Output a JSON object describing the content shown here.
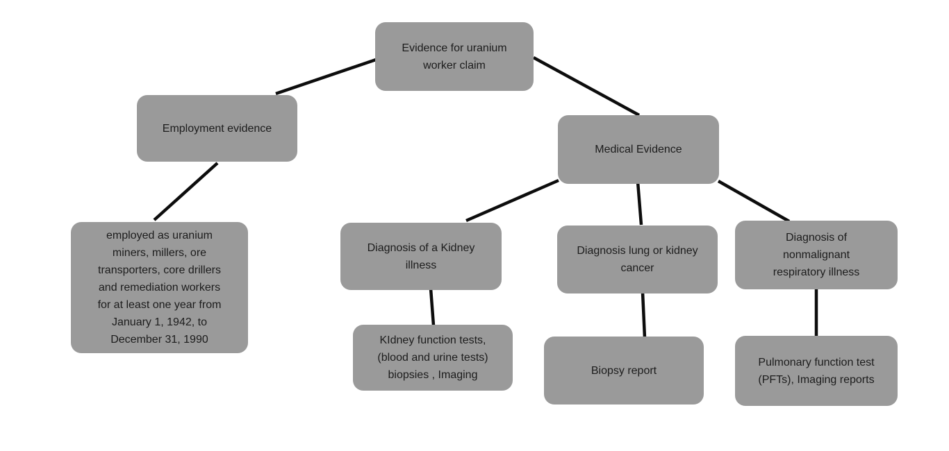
{
  "diagram": {
    "nodes": {
      "root": {
        "label": "Evidence for uranium\nworker claim"
      },
      "employment": {
        "label": "Employment evidence"
      },
      "employment_detail": {
        "label": "employed as uranium\nminers, millers, ore\ntransporters, core drillers\nand remediation workers\nfor at least one year from\nJanuary 1, 1942, to\nDecember 31, 1990"
      },
      "medical": {
        "label": "Medical Evidence"
      },
      "kidney_illness": {
        "label": "Diagnosis of a Kidney\nillness"
      },
      "lung_kidney_cancer": {
        "label": "Diagnosis lung or kidney\ncancer"
      },
      "nonmalignant_respiratory": {
        "label": "Diagnosis of\nnonmalignant\nrespiratory illness"
      },
      "kidney_tests": {
        "label": "KIdney function tests,\n(blood and urine tests)\nbiopsies , Imaging"
      },
      "biopsy_report": {
        "label": "Biopsy report"
      },
      "pulmonary_tests": {
        "label": "Pulmonary function test\n(PFTs), Imaging reports"
      }
    },
    "edges": [
      {
        "from": "root",
        "to": "employment"
      },
      {
        "from": "root",
        "to": "medical"
      },
      {
        "from": "employment",
        "to": "employment_detail"
      },
      {
        "from": "medical",
        "to": "kidney_illness"
      },
      {
        "from": "medical",
        "to": "lung_kidney_cancer"
      },
      {
        "from": "medical",
        "to": "nonmalignant_respiratory"
      },
      {
        "from": "kidney_illness",
        "to": "kidney_tests"
      },
      {
        "from": "lung_kidney_cancer",
        "to": "biopsy_report"
      },
      {
        "from": "nonmalignant_respiratory",
        "to": "pulmonary_tests"
      }
    ],
    "colors": {
      "node_fill": "#9a9a9a",
      "node_text": "#1c1c1c",
      "connector": "#0d0d0d",
      "background": "#ffffff"
    }
  }
}
